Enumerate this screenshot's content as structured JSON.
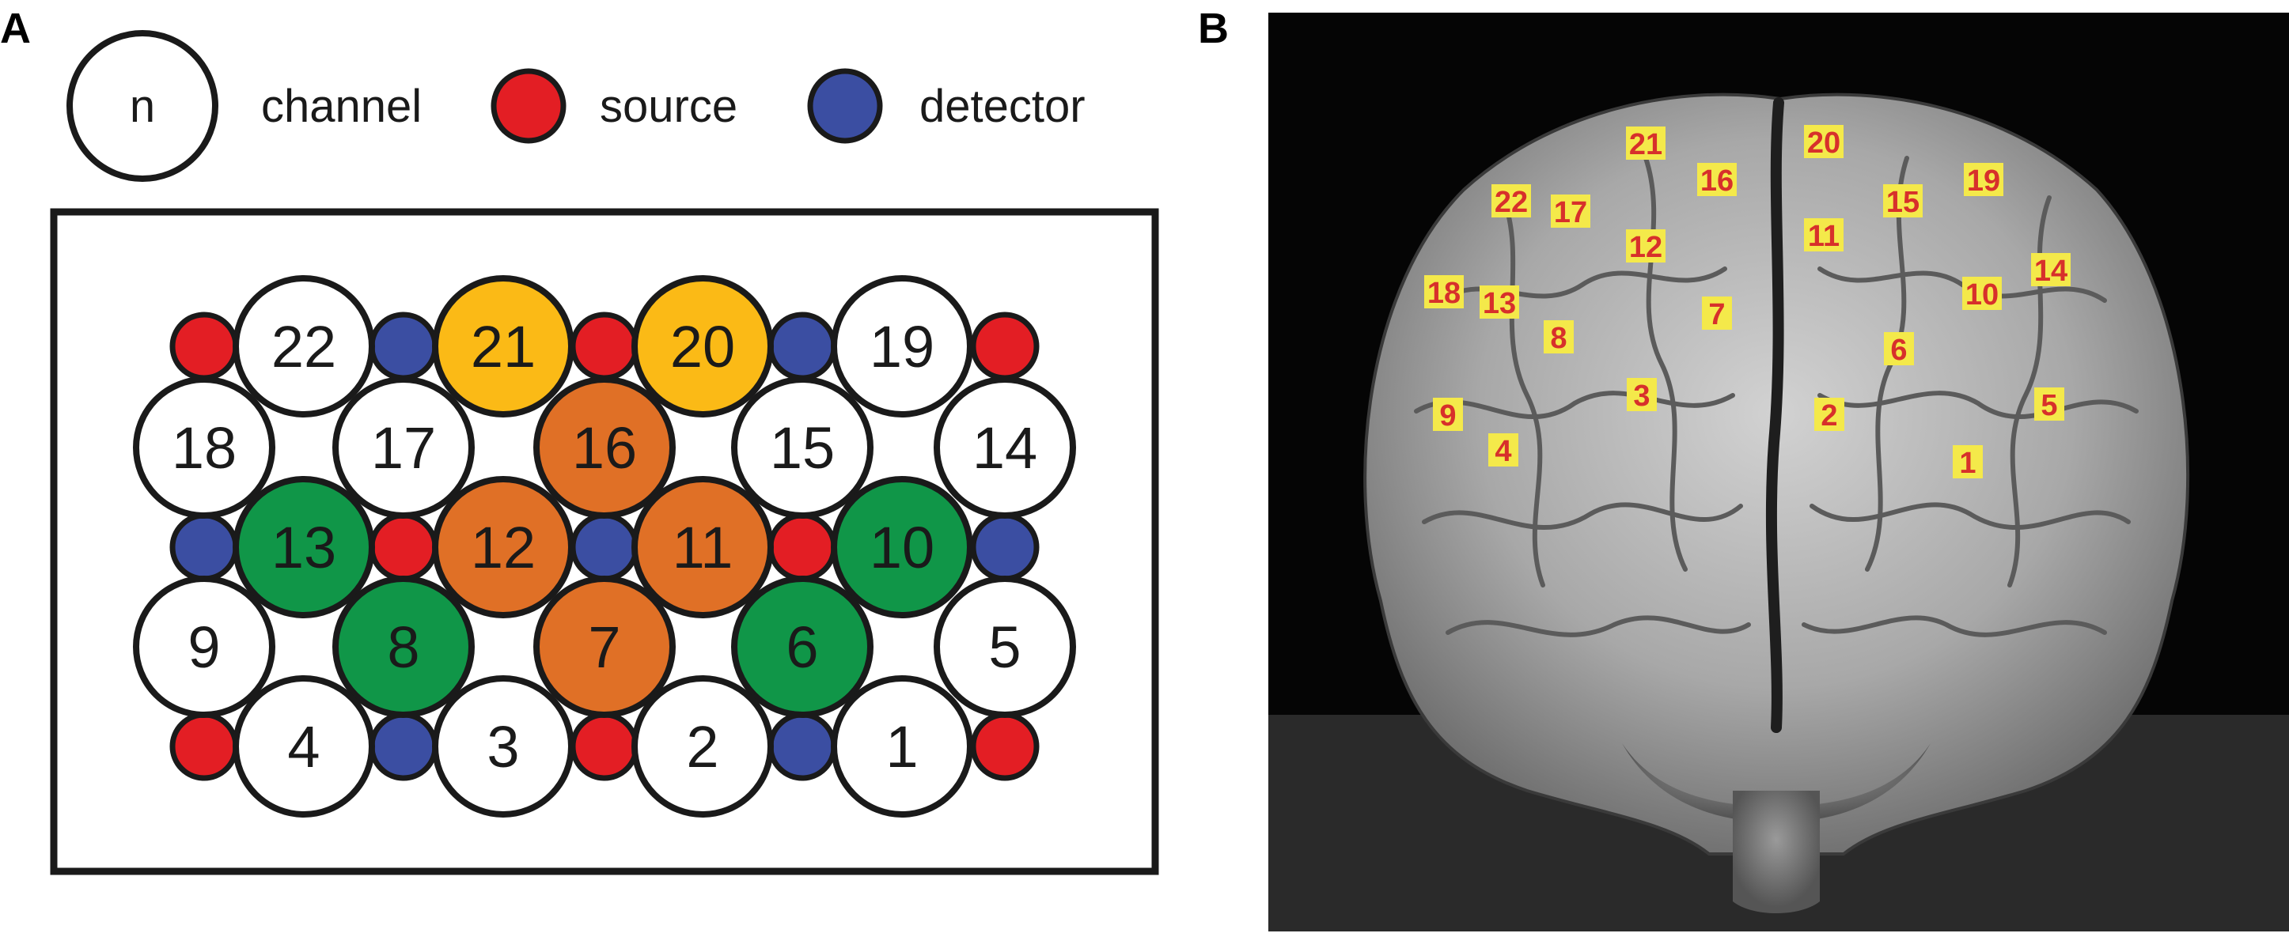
{
  "panels": {
    "a": "A",
    "b": "B"
  },
  "legend": {
    "channel_symbol": "n",
    "channel_label": "channel",
    "source_label": "source",
    "detector_label": "detector"
  },
  "colors": {
    "source": "#e31e24",
    "detector": "#3b4ea2",
    "plain_channel": "#ffffff",
    "group_yellow": "#fbba16",
    "group_orange": "#e07026",
    "group_green": "#109648",
    "brain_marker": "#f4e94a",
    "brain_text": "#d7302b"
  },
  "channels": [
    {
      "id": "22",
      "group": "plain"
    },
    {
      "id": "21",
      "group": "yellow"
    },
    {
      "id": "20",
      "group": "yellow"
    },
    {
      "id": "19",
      "group": "plain"
    },
    {
      "id": "18",
      "group": "plain"
    },
    {
      "id": "17",
      "group": "plain"
    },
    {
      "id": "16",
      "group": "orange"
    },
    {
      "id": "15",
      "group": "plain"
    },
    {
      "id": "14",
      "group": "plain"
    },
    {
      "id": "13",
      "group": "green"
    },
    {
      "id": "12",
      "group": "orange"
    },
    {
      "id": "11",
      "group": "orange"
    },
    {
      "id": "10",
      "group": "green"
    },
    {
      "id": "9",
      "group": "plain"
    },
    {
      "id": "8",
      "group": "green"
    },
    {
      "id": "7",
      "group": "orange"
    },
    {
      "id": "6",
      "group": "green"
    },
    {
      "id": "5",
      "group": "plain"
    },
    {
      "id": "4",
      "group": "plain"
    },
    {
      "id": "3",
      "group": "plain"
    },
    {
      "id": "2",
      "group": "plain"
    },
    {
      "id": "1",
      "group": "plain"
    }
  ],
  "optodes": [
    "source",
    "detector",
    "source",
    "detector",
    "source",
    "detector",
    "source",
    "detector",
    "source",
    "detector",
    "source",
    "detector",
    "source",
    "detector",
    "source"
  ],
  "brain_labels": [
    "21",
    "20",
    "16",
    "19",
    "15",
    "22",
    "17",
    "11",
    "12",
    "14",
    "18",
    "13",
    "10",
    "7",
    "8",
    "6",
    "3",
    "9",
    "2",
    "5",
    "4",
    "1"
  ]
}
